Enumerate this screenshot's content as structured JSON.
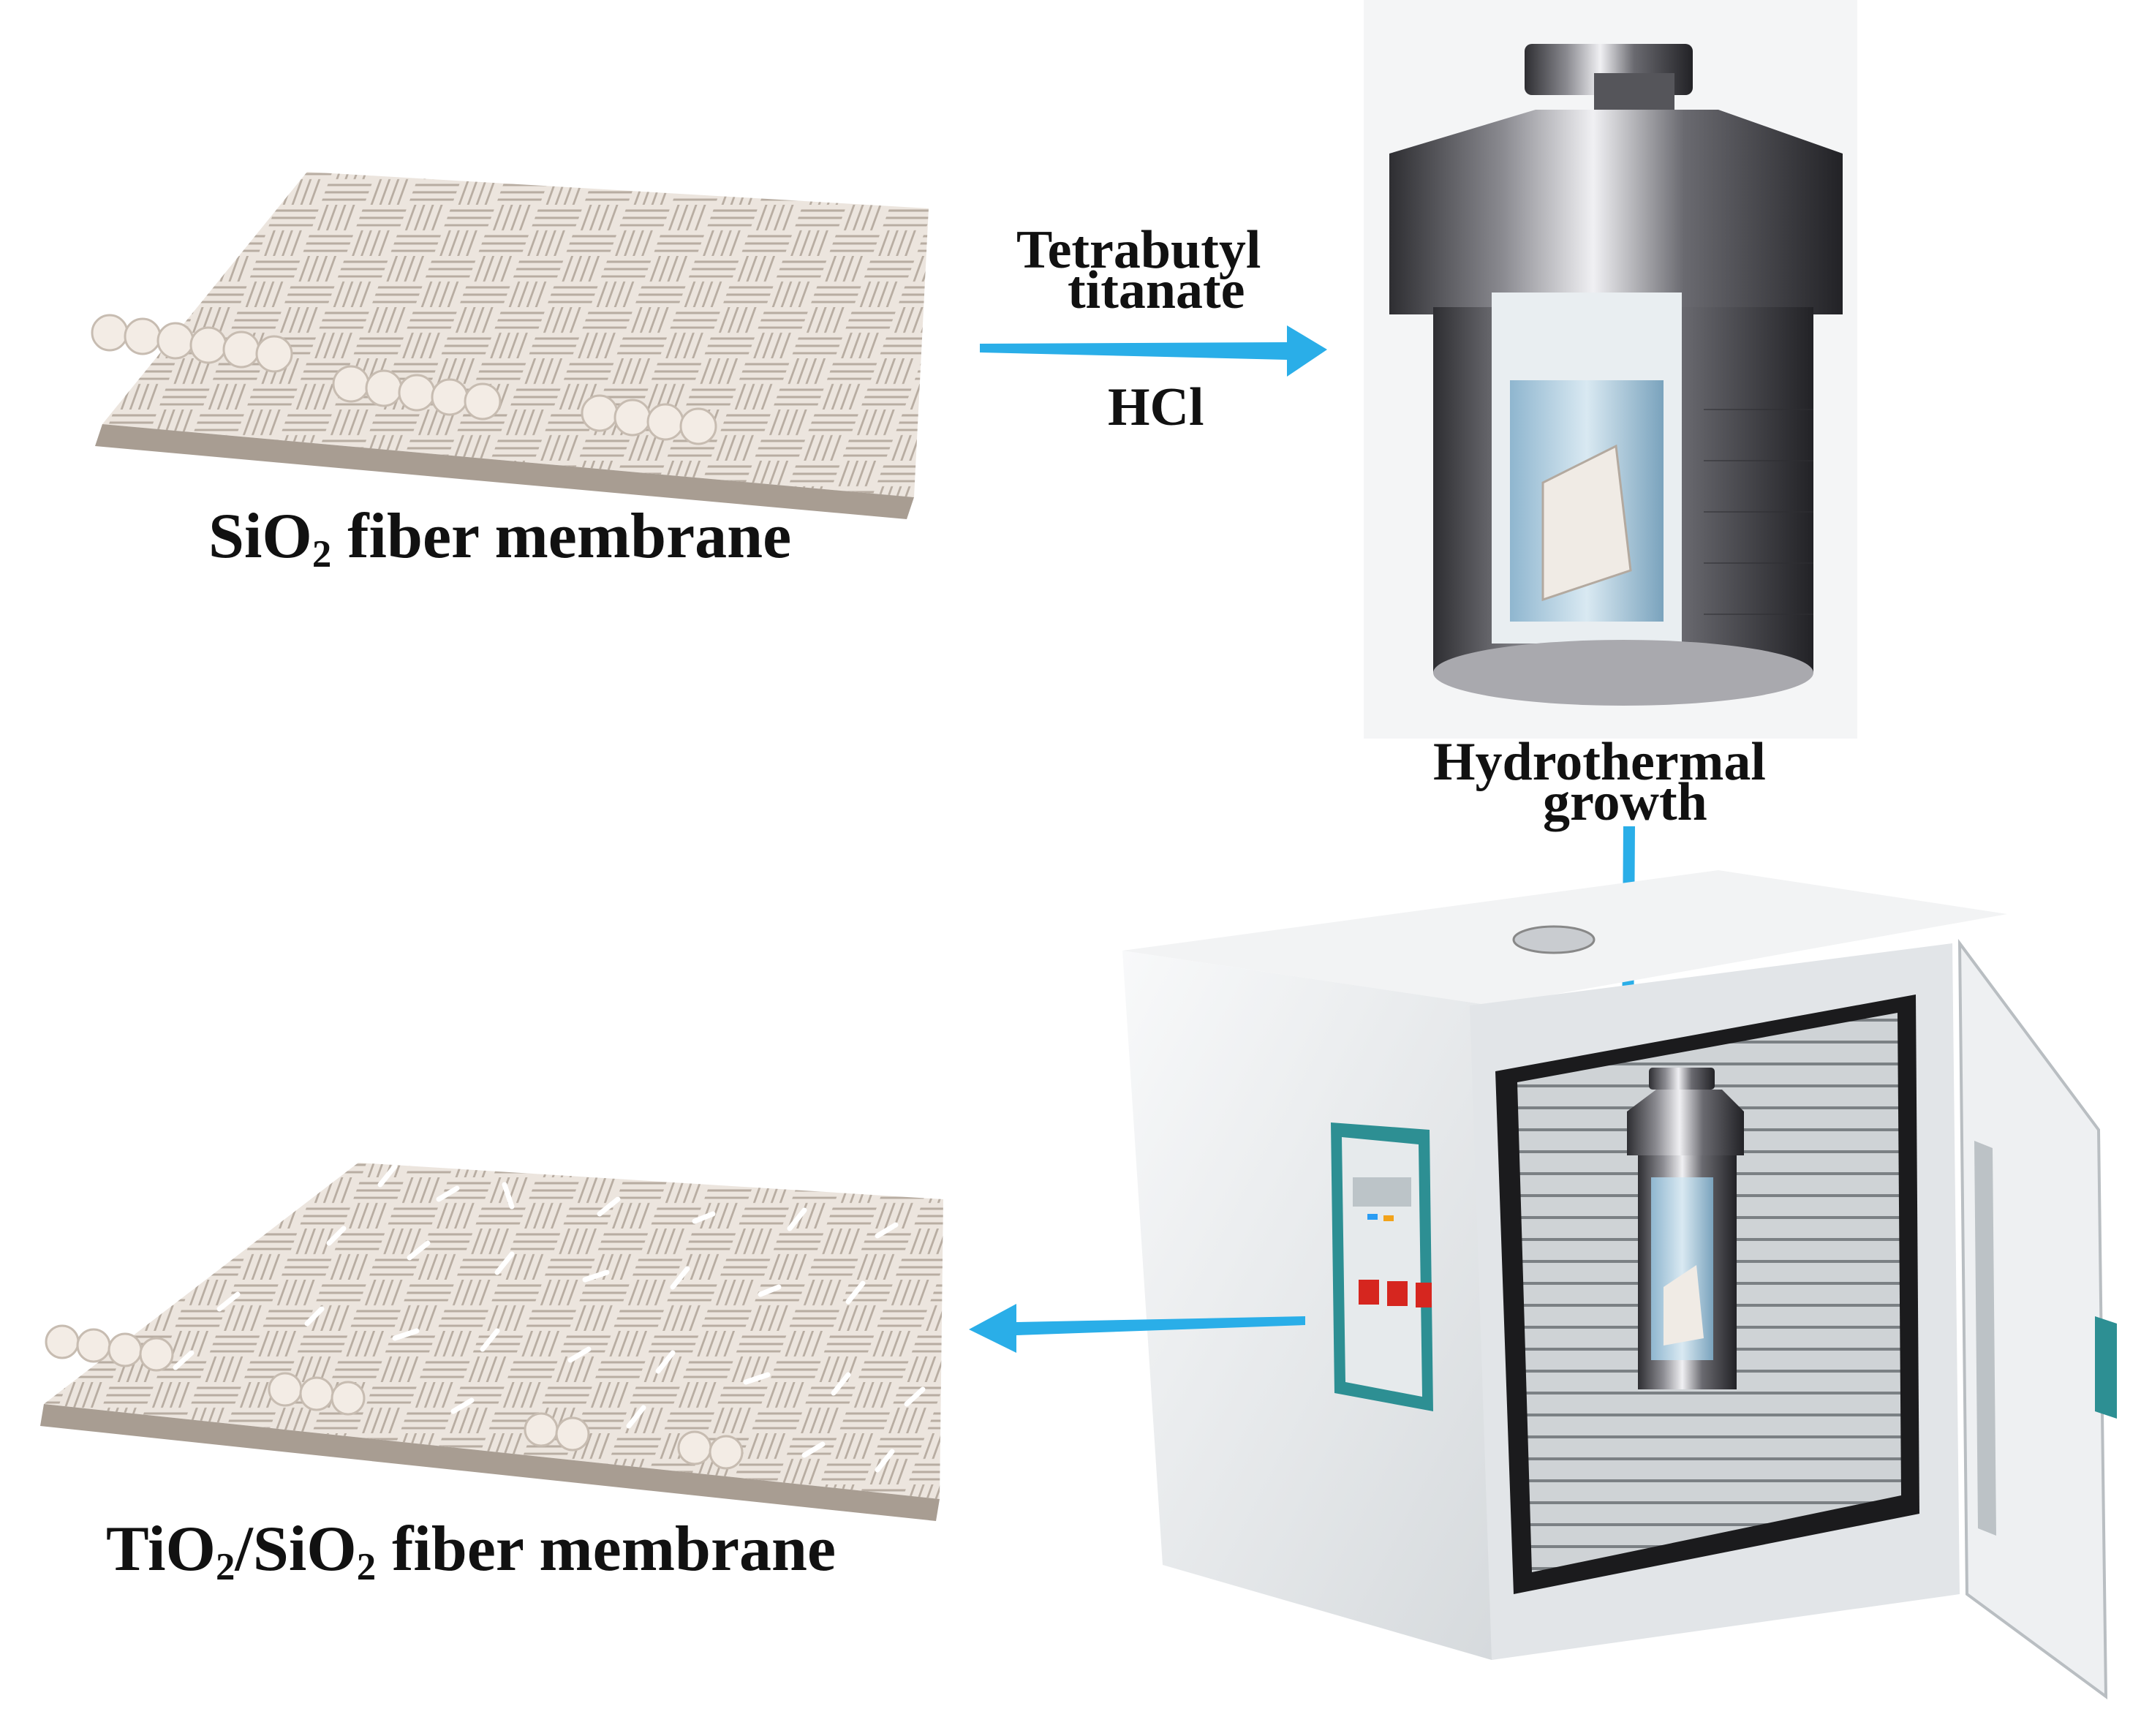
{
  "labels": {
    "sio2_membrane": {
      "pre": "SiO",
      "sub": "2",
      "post": " fiber membrane"
    },
    "reagent_1": "Tetrabutyl",
    "reagent_2": "titanate",
    "reagent_3": "HCl",
    "step_1": "Hydrothermal",
    "step_2": "growth",
    "product": {
      "p1": "TiO",
      "s1": "2",
      "p2": "/SiO",
      "s2": "2",
      "p3": " fiber membrane"
    }
  },
  "colors": {
    "arrow": "#2aaee8",
    "fiber": "#e6ddd4",
    "fiber_shadow": "#b9aea3",
    "steel_dark": "#3a3a3e",
    "steel_light": "#d8d8dc",
    "oven_body": "#eef0f2",
    "oven_panel": "#2d8f93",
    "button_red": "#d6261f"
  },
  "icons": [
    "woven-fiber-membrane-icon",
    "autoclave-reactor-icon",
    "drying-oven-icon",
    "coated-fiber-membrane-icon"
  ]
}
